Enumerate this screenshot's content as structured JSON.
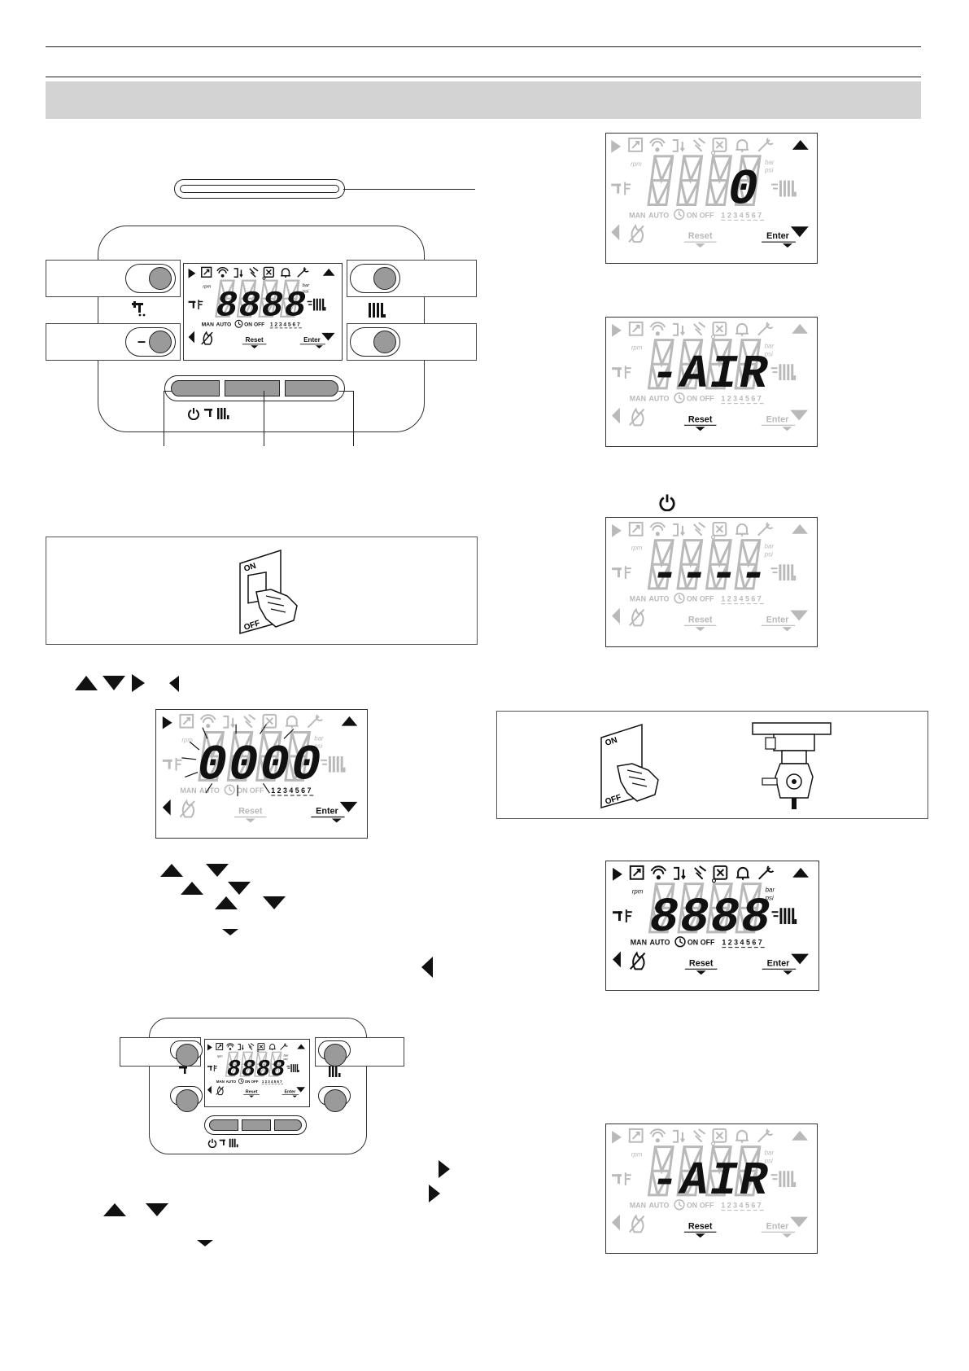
{
  "lcd_labels": {
    "rpm": "rpm",
    "bar": "bar",
    "psi": "psi",
    "man": "MAN",
    "auto": "AUTO",
    "on": "ON",
    "off": "OFF",
    "days": "1 2 3 4 5 6 7",
    "reset": "Reset",
    "enter": "Enter"
  },
  "displays": {
    "d1_digits": "0000",
    "d2_digits": "8888",
    "d3_digits": "0",
    "d4_digits": "-AIR",
    "d5_digits": "----",
    "d6_digits": "8888",
    "d7_digits": "-AIR"
  },
  "switch_labels": {
    "on": "ON",
    "off": "OFF"
  },
  "icons": [
    "play-right-icon",
    "external-link-icon",
    "wifi-icon",
    "flow-temp-icon",
    "fan-icon",
    "bell-icon",
    "wrench-icon",
    "triangle-up-icon",
    "triangle-down-icon",
    "triangle-left-icon",
    "tap-icon",
    "radiator-icon",
    "flame-off-icon",
    "power-icon",
    "clock-icon"
  ]
}
